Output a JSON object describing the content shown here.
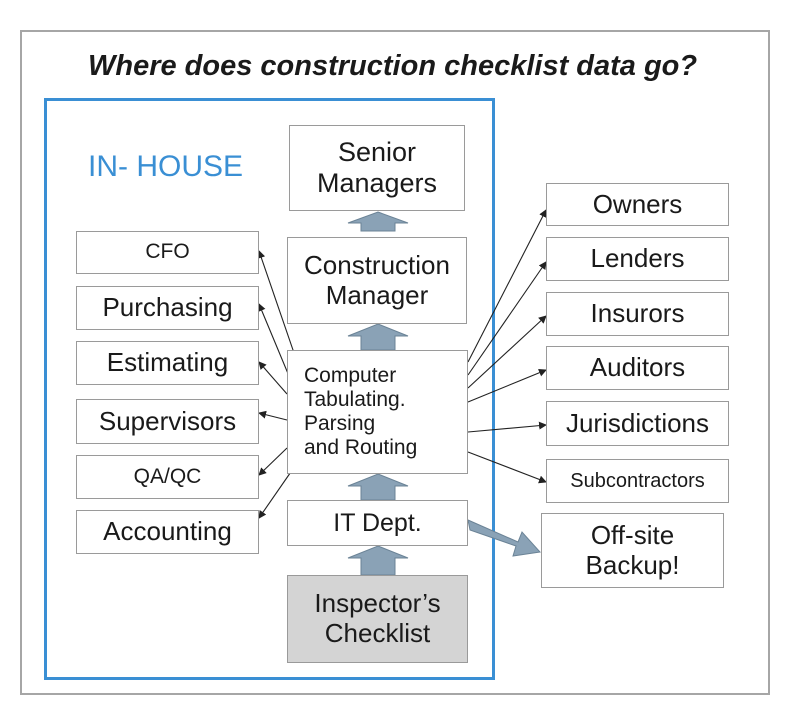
{
  "title": "Where does construction checklist data go?",
  "inhouse_label": "IN- HOUSE",
  "center": {
    "senior_managers": [
      "Senior",
      "Managers"
    ],
    "construction_manager": [
      "Construction",
      "Manager"
    ],
    "computer": [
      "Computer",
      "Tabulating.",
      "Parsing",
      "and Routing"
    ],
    "it_dept": "IT Dept.",
    "inspector": [
      "Inspector’s",
      "Checklist"
    ]
  },
  "left_boxes": [
    "CFO",
    "Purchasing",
    "Estimating",
    "Supervisors",
    "QA/QC",
    "Accounting"
  ],
  "right_boxes": [
    "Owners",
    "Lenders",
    "Insurors",
    "Auditors",
    "Jurisdictions",
    "Subcontractors"
  ],
  "offsite": [
    "Off-site",
    "Backup!"
  ],
  "colors": {
    "inhouse_border": "#3a8fd4",
    "block_arrow": "#8aa2b6",
    "inspector_fill": "#d4d4d4"
  }
}
